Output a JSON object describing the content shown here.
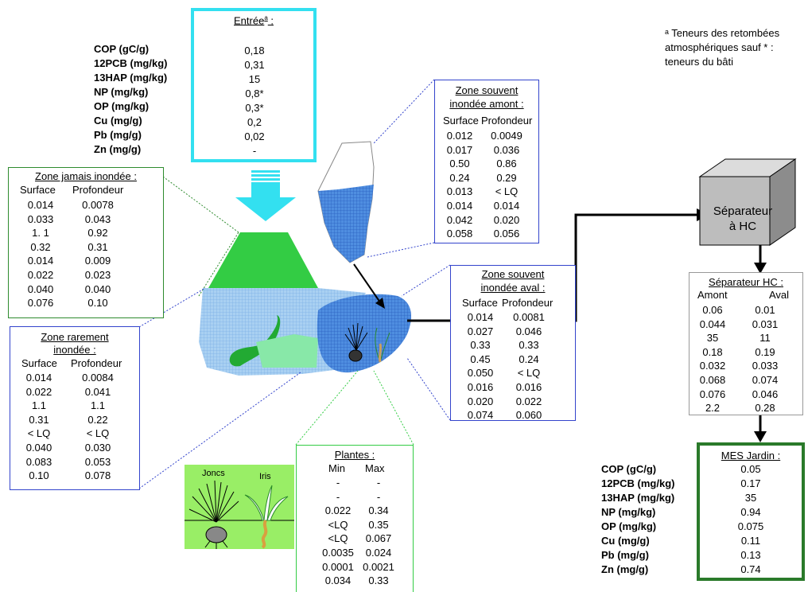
{
  "note": [
    "ᵃ Teneurs des retombées",
    "atmosphériques sauf * :",
    "teneurs du bâti"
  ],
  "params": [
    "COP (gC/g)",
    "12PCB (mg/kg)",
    "13HAP (mg/kg)",
    "NP (mg/kg)",
    "OP (mg/kg)",
    "Cu  (mg/g)",
    "Pb (mg/g)",
    "Zn (mg/g)"
  ],
  "entree": {
    "title": "Entrée",
    "sup": "a",
    "colon": " :",
    "values": [
      "0,18",
      "0,31",
      "15",
      "0,8*",
      "0,3*",
      "0,2",
      "0,02",
      "-"
    ]
  },
  "zone_jamais": {
    "title": "Zone jamais inondée :",
    "headers": [
      "Surface",
      "Profondeur"
    ],
    "rows": [
      [
        "0.014",
        "0.0078"
      ],
      [
        "0.033",
        "0.043"
      ],
      [
        "1. 1",
        "0.92"
      ],
      [
        "0.32",
        "0.31"
      ],
      [
        "0.014",
        "0.009"
      ],
      [
        "0.022",
        "0.023"
      ],
      [
        "0.040",
        "0.040"
      ],
      [
        "0.076",
        "0.10"
      ]
    ]
  },
  "zone_rarement": {
    "title": [
      "Zone rarement",
      "inondée :"
    ],
    "headers": [
      "Surface",
      "Profondeur"
    ],
    "rows": [
      [
        "0.014",
        "0.0084"
      ],
      [
        "0.022",
        "0.041"
      ],
      [
        "1.1",
        "1.1"
      ],
      [
        "0.31",
        "0.22"
      ],
      [
        "< LQ",
        "< LQ"
      ],
      [
        "0.040",
        "0.030"
      ],
      [
        "0.083",
        "0.053"
      ],
      [
        "0.10",
        "0.078"
      ]
    ]
  },
  "zone_amont": {
    "title": [
      "Zone souvent",
      "inondée amont :"
    ],
    "headers": [
      "Surface",
      "Profondeur"
    ],
    "rows": [
      [
        "0.012",
        "0.0049"
      ],
      [
        "0.017",
        "0.036"
      ],
      [
        "0.50",
        "0.86"
      ],
      [
        "0.24",
        "0.29"
      ],
      [
        "0.013",
        "< LQ"
      ],
      [
        "0.014",
        "0.014"
      ],
      [
        "0.042",
        "0.020"
      ],
      [
        "0.058",
        "0.056"
      ]
    ]
  },
  "zone_aval": {
    "title": [
      "Zone souvent",
      "inondée aval :"
    ],
    "headers": [
      "Surface",
      "Profondeur"
    ],
    "rows": [
      [
        "0.014",
        "0.0081"
      ],
      [
        "0.027",
        "0.046"
      ],
      [
        "0.33",
        "0.33"
      ],
      [
        "0.45",
        "0.24"
      ],
      [
        "0.050",
        "< LQ"
      ],
      [
        "0.016",
        "0.016"
      ],
      [
        "0.020",
        "0.022"
      ],
      [
        "0.074",
        "0.060"
      ]
    ]
  },
  "plantes": {
    "title": "Plantes :",
    "headers": [
      "Min",
      "Max"
    ],
    "rows": [
      [
        "-",
        "-"
      ],
      [
        "-",
        "-"
      ],
      [
        "0.022",
        "0.34"
      ],
      [
        "<LQ",
        "0.35"
      ],
      [
        "<LQ",
        "0.067"
      ],
      [
        "0.0035",
        "0.024"
      ],
      [
        "0.0001",
        "0.0021"
      ],
      [
        "0.034",
        "0.33"
      ]
    ],
    "labels": [
      "Joncs",
      "Iris"
    ]
  },
  "separateur_block": [
    "Séparateur",
    "à HC"
  ],
  "separateur_table": {
    "title": "Séparateur HC :",
    "headers": [
      "Amont",
      "Aval"
    ],
    "rows": [
      [
        "0.06",
        "0.01"
      ],
      [
        "0.044",
        "0.031"
      ],
      [
        "35",
        "11"
      ],
      [
        "0.18",
        "0.19"
      ],
      [
        "0.032",
        "0.033"
      ],
      [
        "0.068",
        "0.074"
      ],
      [
        "0.076",
        "0.046"
      ],
      [
        "2.2",
        "0.28"
      ]
    ]
  },
  "mes_jardin": {
    "title": "MES Jardin :",
    "values": [
      "0.05",
      "0.17",
      "35",
      "0.94",
      "0.075",
      "0.11",
      "0.13",
      "0.74"
    ]
  },
  "colors": {
    "entree_border": "#33e0f0",
    "green_border": "#2e8b2e",
    "blue_border": "#3344cc",
    "zone_green": "#33cc44",
    "zone_light_blue": "#9ec8ee",
    "zone_blue": "#3a78d8",
    "plant_bg": "#99ee66",
    "mes_border": "#2a7a2a"
  }
}
